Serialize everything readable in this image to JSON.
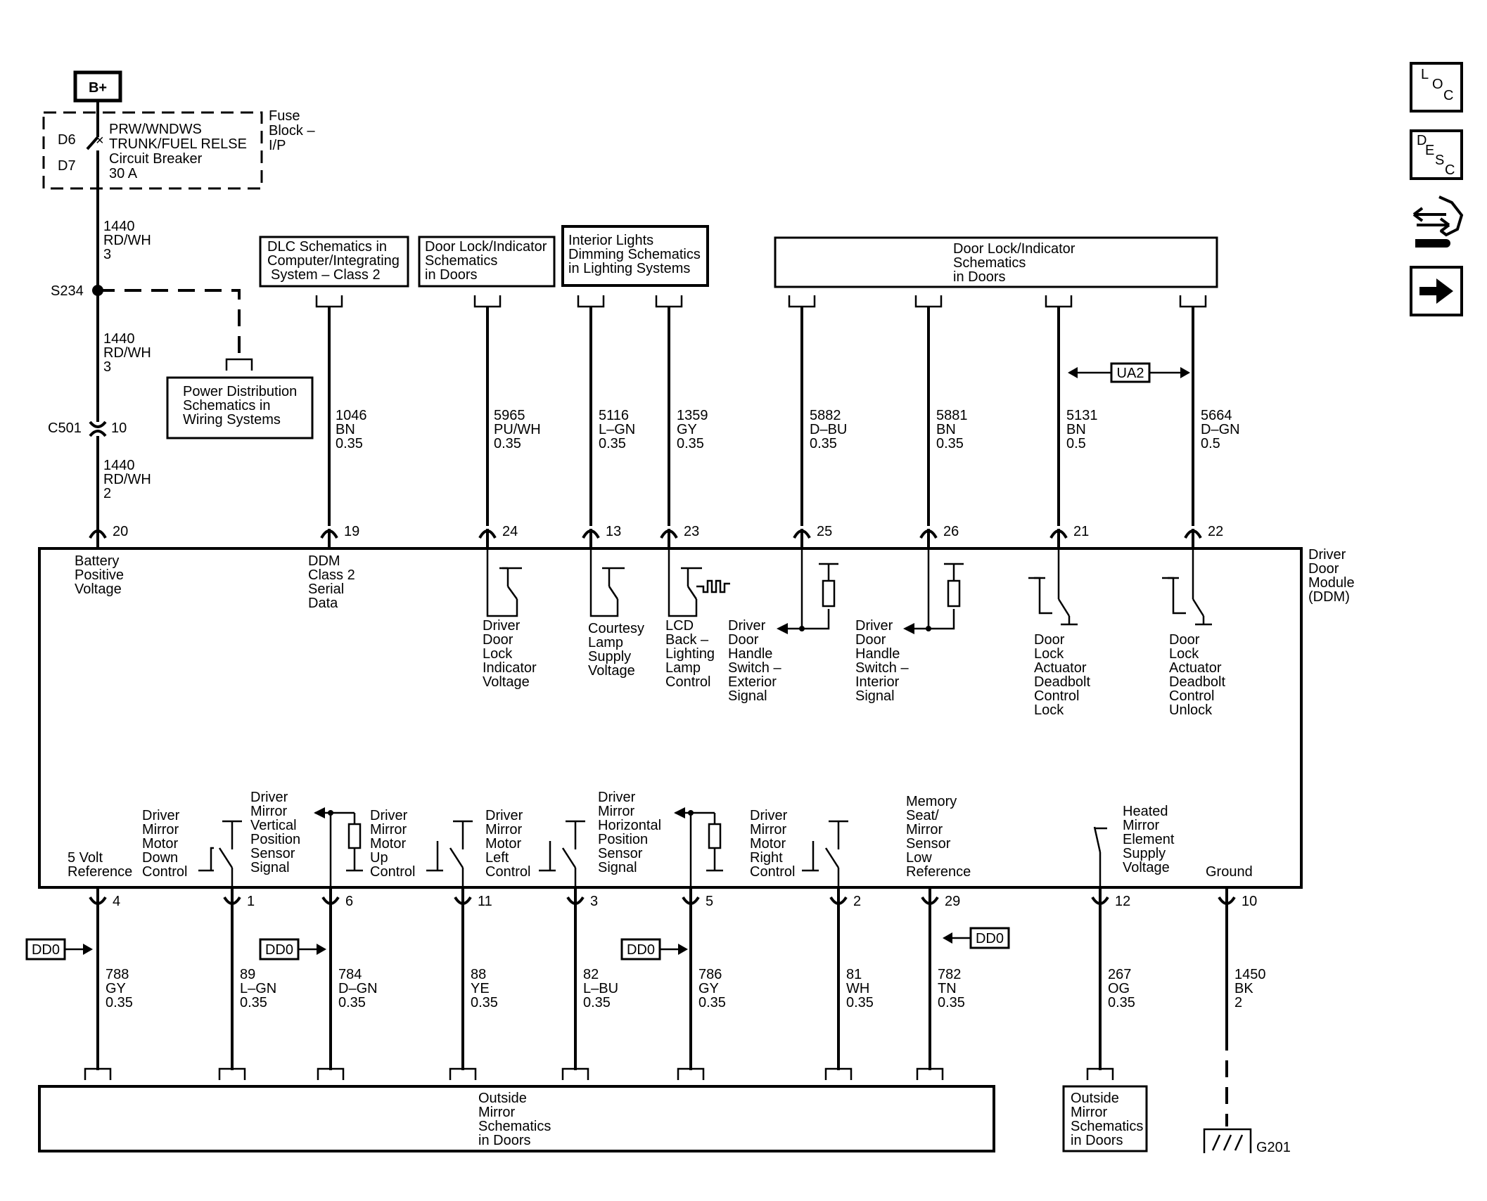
{
  "bplus": "B+",
  "fuse_block": {
    "pins": [
      "D6",
      "D7"
    ],
    "breaker": [
      "PRW/WNDWS",
      "TRUNK/FUEL RELSE",
      "Circuit Breaker",
      "30 A"
    ],
    "label": [
      "Fuse",
      "Block –",
      "I/P"
    ]
  },
  "supply": {
    "wire_a": [
      "1440",
      "RD/WH",
      "3"
    ],
    "splice": "S234",
    "wire_b": [
      "1440",
      "RD/WH",
      "3"
    ],
    "connector": "C501",
    "connector_pin": "10",
    "wire_c": [
      "1440",
      "RD/WH",
      "2"
    ]
  },
  "power_dist_box": [
    "Power Distribution",
    "Schematics in",
    "Wiring Systems"
  ],
  "ref_boxes": {
    "dlc": [
      "DLC Schematics in",
      "Computer/Integrating",
      "System – Class 2"
    ],
    "door_lock_a": [
      "Door Lock/Indicator",
      "Schematics",
      "in Doors"
    ],
    "interior": [
      "Interior Lights",
      "Dimming Schematics",
      "in Lighting Systems"
    ],
    "door_lock_b": [
      "Door Lock/Indicator",
      "Schematics",
      "in Doors"
    ]
  },
  "ua2": "UA2",
  "top_wires": [
    [
      "1046",
      "BN",
      "0.35"
    ],
    [
      "5965",
      "PU/WH",
      "0.35"
    ],
    [
      "5116",
      "L–GN",
      "0.35"
    ],
    [
      "1359",
      "GY",
      "0.35"
    ],
    [
      "5882",
      "D–BU",
      "0.35"
    ],
    [
      "5881",
      "BN",
      "0.35"
    ],
    [
      "5131",
      "BN",
      "0.5"
    ],
    [
      "5664",
      "D–GN",
      "0.5"
    ]
  ],
  "top_pins": [
    "20",
    "19",
    "24",
    "13",
    "23",
    "25",
    "26",
    "21",
    "22"
  ],
  "module_name": [
    "Driver",
    "Door",
    "Module",
    "(DDM)"
  ],
  "top_labels": {
    "battery": [
      "Battery",
      "Positive",
      "Voltage"
    ],
    "serial": [
      "DDM",
      "Class 2",
      "Serial",
      "Data"
    ],
    "lock_ind": [
      "Driver",
      "Door",
      "Lock",
      "Indicator",
      "Voltage"
    ],
    "courtesy": [
      "Courtesy",
      "Lamp",
      "Supply",
      "Voltage"
    ],
    "lcd": [
      "LCD",
      "Back –",
      "Lighting",
      "Lamp",
      "Control"
    ],
    "handle_ext": [
      "Driver",
      "Door",
      "Handle",
      "Switch –",
      "Exterior",
      "Signal"
    ],
    "handle_int": [
      "Driver",
      "Door",
      "Handle",
      "Switch –",
      "Interior",
      "Signal"
    ],
    "deadbolt_lock": [
      "Door",
      "Lock",
      "Actuator",
      "Deadbolt",
      "Control",
      "Lock"
    ],
    "deadbolt_unlock": [
      "Door",
      "Lock",
      "Actuator",
      "Deadbolt",
      "Control",
      "Unlock"
    ]
  },
  "bottom_labels": {
    "ref5v": [
      "5 Volt",
      "Reference"
    ],
    "down": [
      "Driver",
      "Mirror",
      "Motor",
      "Down",
      "Control"
    ],
    "vert": [
      "Driver",
      "Mirror",
      "Vertical",
      "Position",
      "Sensor",
      "Signal"
    ],
    "up": [
      "Driver",
      "Mirror",
      "Motor",
      "Up",
      "Control"
    ],
    "left": [
      "Driver",
      "Mirror",
      "Motor",
      "Left",
      "Control"
    ],
    "horiz": [
      "Driver",
      "Mirror",
      "Horizontal",
      "Position",
      "Sensor",
      "Signal"
    ],
    "right": [
      "Driver",
      "Mirror",
      "Motor",
      "Right",
      "Control"
    ],
    "lowref": [
      "Memory",
      "Seat/",
      "Mirror",
      "Sensor",
      "Low",
      "Reference"
    ],
    "heated": [
      "Heated",
      "Mirror",
      "Element",
      "Supply",
      "Voltage"
    ],
    "ground": [
      "Ground"
    ]
  },
  "bottom_pins": [
    "4",
    "1",
    "6",
    "11",
    "3",
    "5",
    "2",
    "29",
    "12",
    "10"
  ],
  "bottom_wires": [
    [
      "788",
      "GY",
      "0.35"
    ],
    [
      "89",
      "L–GN",
      "0.35"
    ],
    [
      "784",
      "D–GN",
      "0.35"
    ],
    [
      "88",
      "YE",
      "0.35"
    ],
    [
      "82",
      "L–BU",
      "0.35"
    ],
    [
      "786",
      "GY",
      "0.35"
    ],
    [
      "81",
      "WH",
      "0.35"
    ],
    [
      "782",
      "TN",
      "0.35"
    ],
    [
      "267",
      "OG",
      "0.35"
    ],
    [
      "1450",
      "BK",
      "2"
    ]
  ],
  "dd0": "DD0",
  "bottom_boxes": {
    "outside_a": [
      "Outside",
      "Mirror",
      "Schematics",
      "in Doors"
    ],
    "outside_b": [
      "Outside",
      "Mirror",
      "Schematics",
      "in Doors"
    ]
  },
  "ground_label": "G201",
  "nav_icons": [
    "loc-icon",
    "desc-icon",
    "diagnostic-icon",
    "next-arrow-icon"
  ]
}
